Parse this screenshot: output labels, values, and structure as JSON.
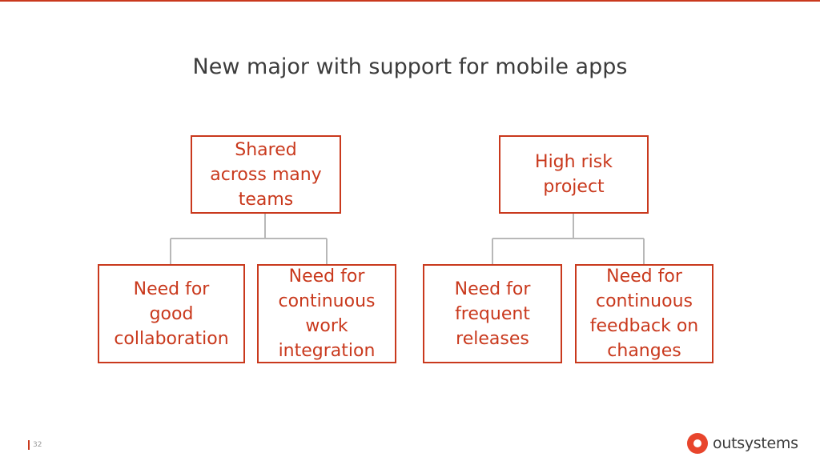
{
  "slide": {
    "title": "New major with support for mobile apps",
    "page_number": "32"
  },
  "diagram": {
    "left_tree": {
      "root": "Shared\nacross many\nteams",
      "children": [
        "Need for\ngood\ncollaboration",
        "Need for\ncontinuous\nwork\nintegration"
      ]
    },
    "right_tree": {
      "root": "High risk\nproject",
      "children": [
        "Need for\nfrequent\nreleases",
        "Need for\ncontinuous\nfeedback on\nchanges"
      ]
    }
  },
  "brand": {
    "name": "outsystems",
    "accent": "#c9391d",
    "logo_icon": "outsystems-logo-icon"
  }
}
